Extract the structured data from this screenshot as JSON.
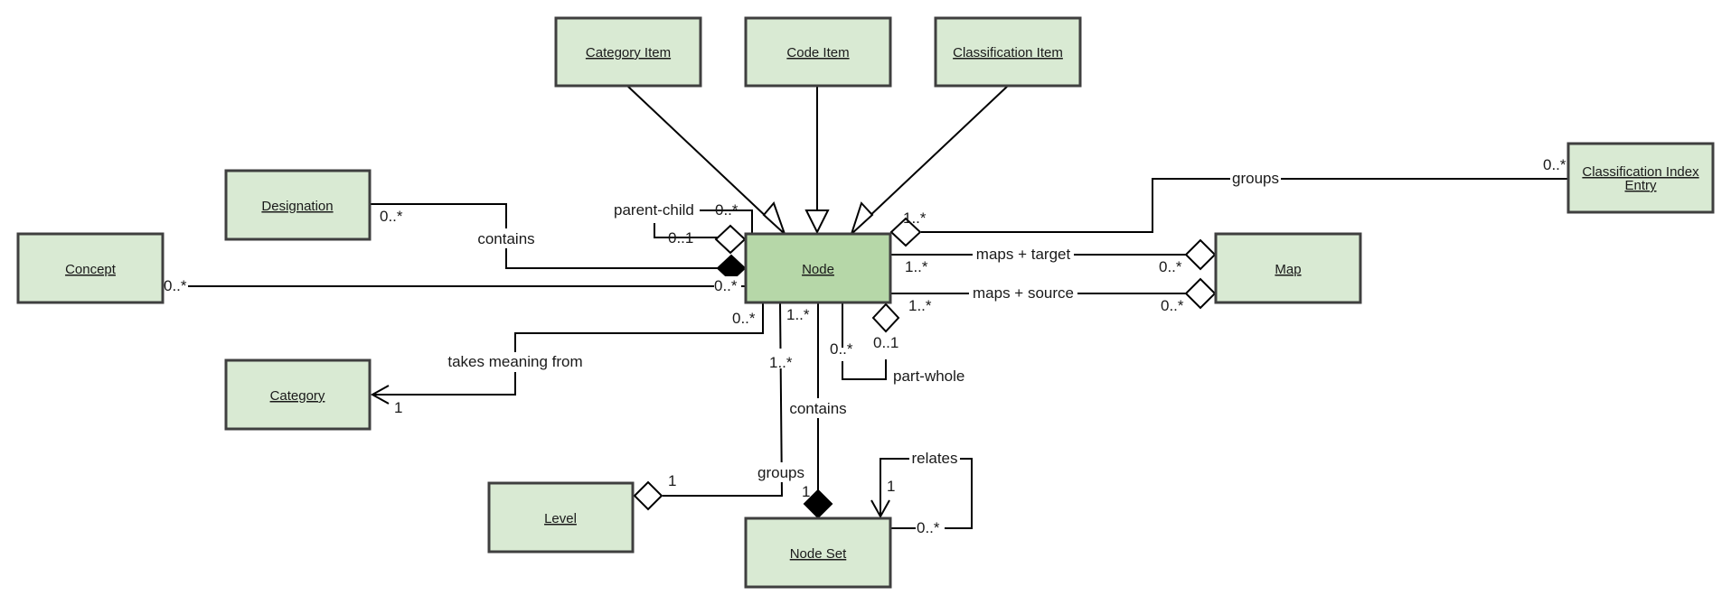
{
  "diagram": {
    "type": "UML class diagram",
    "classes": {
      "category_item": "Category Item",
      "code_item": "Code Item",
      "classification_item": "Classification Item",
      "designation": "Designation",
      "concept": "Concept",
      "node": "Node",
      "category": "Category",
      "level": "Level",
      "node_set": "Node Set",
      "map": "Map",
      "classification_index_entry_line1": "Classification Index",
      "classification_index_entry_line2": "Entry"
    },
    "colors": {
      "class_fill": "#d9ead3",
      "node_fill": "#b6d7a8",
      "border": "#3f3f3f"
    },
    "associations": {
      "designation_contains": {
        "label": "contains",
        "mult_designation": "0..*"
      },
      "parent_child": {
        "label": "parent-child",
        "mult_parent": "0..*",
        "mult_child": "0..1"
      },
      "concept_node": {
        "mult_concept": "0..*",
        "mult_node": "0..*"
      },
      "groups_cie": {
        "label": "groups",
        "mult_node": "1..*",
        "mult_cie": "0..*"
      },
      "maps_target": {
        "label": "maps + target",
        "mult_node": "1..*",
        "mult_map": "0..*"
      },
      "maps_source": {
        "label": "maps + source",
        "mult_node": "1..*",
        "mult_map": "0..*"
      },
      "takes_meaning": {
        "label": "takes meaning from",
        "mult_node": "0..*",
        "mult_category": "1"
      },
      "level_groups": {
        "label": "groups",
        "mult_node": "1..*",
        "mult_level": "1"
      },
      "nodeset_contains": {
        "label": "contains",
        "mult_node": "1..*",
        "mult_nodeset": "1"
      },
      "part_whole": {
        "label": "part-whole",
        "mult_part": "0..*",
        "mult_whole": "0..1"
      },
      "relates": {
        "label": "relates",
        "mult_target": "1",
        "mult_source": "0..*"
      }
    }
  }
}
